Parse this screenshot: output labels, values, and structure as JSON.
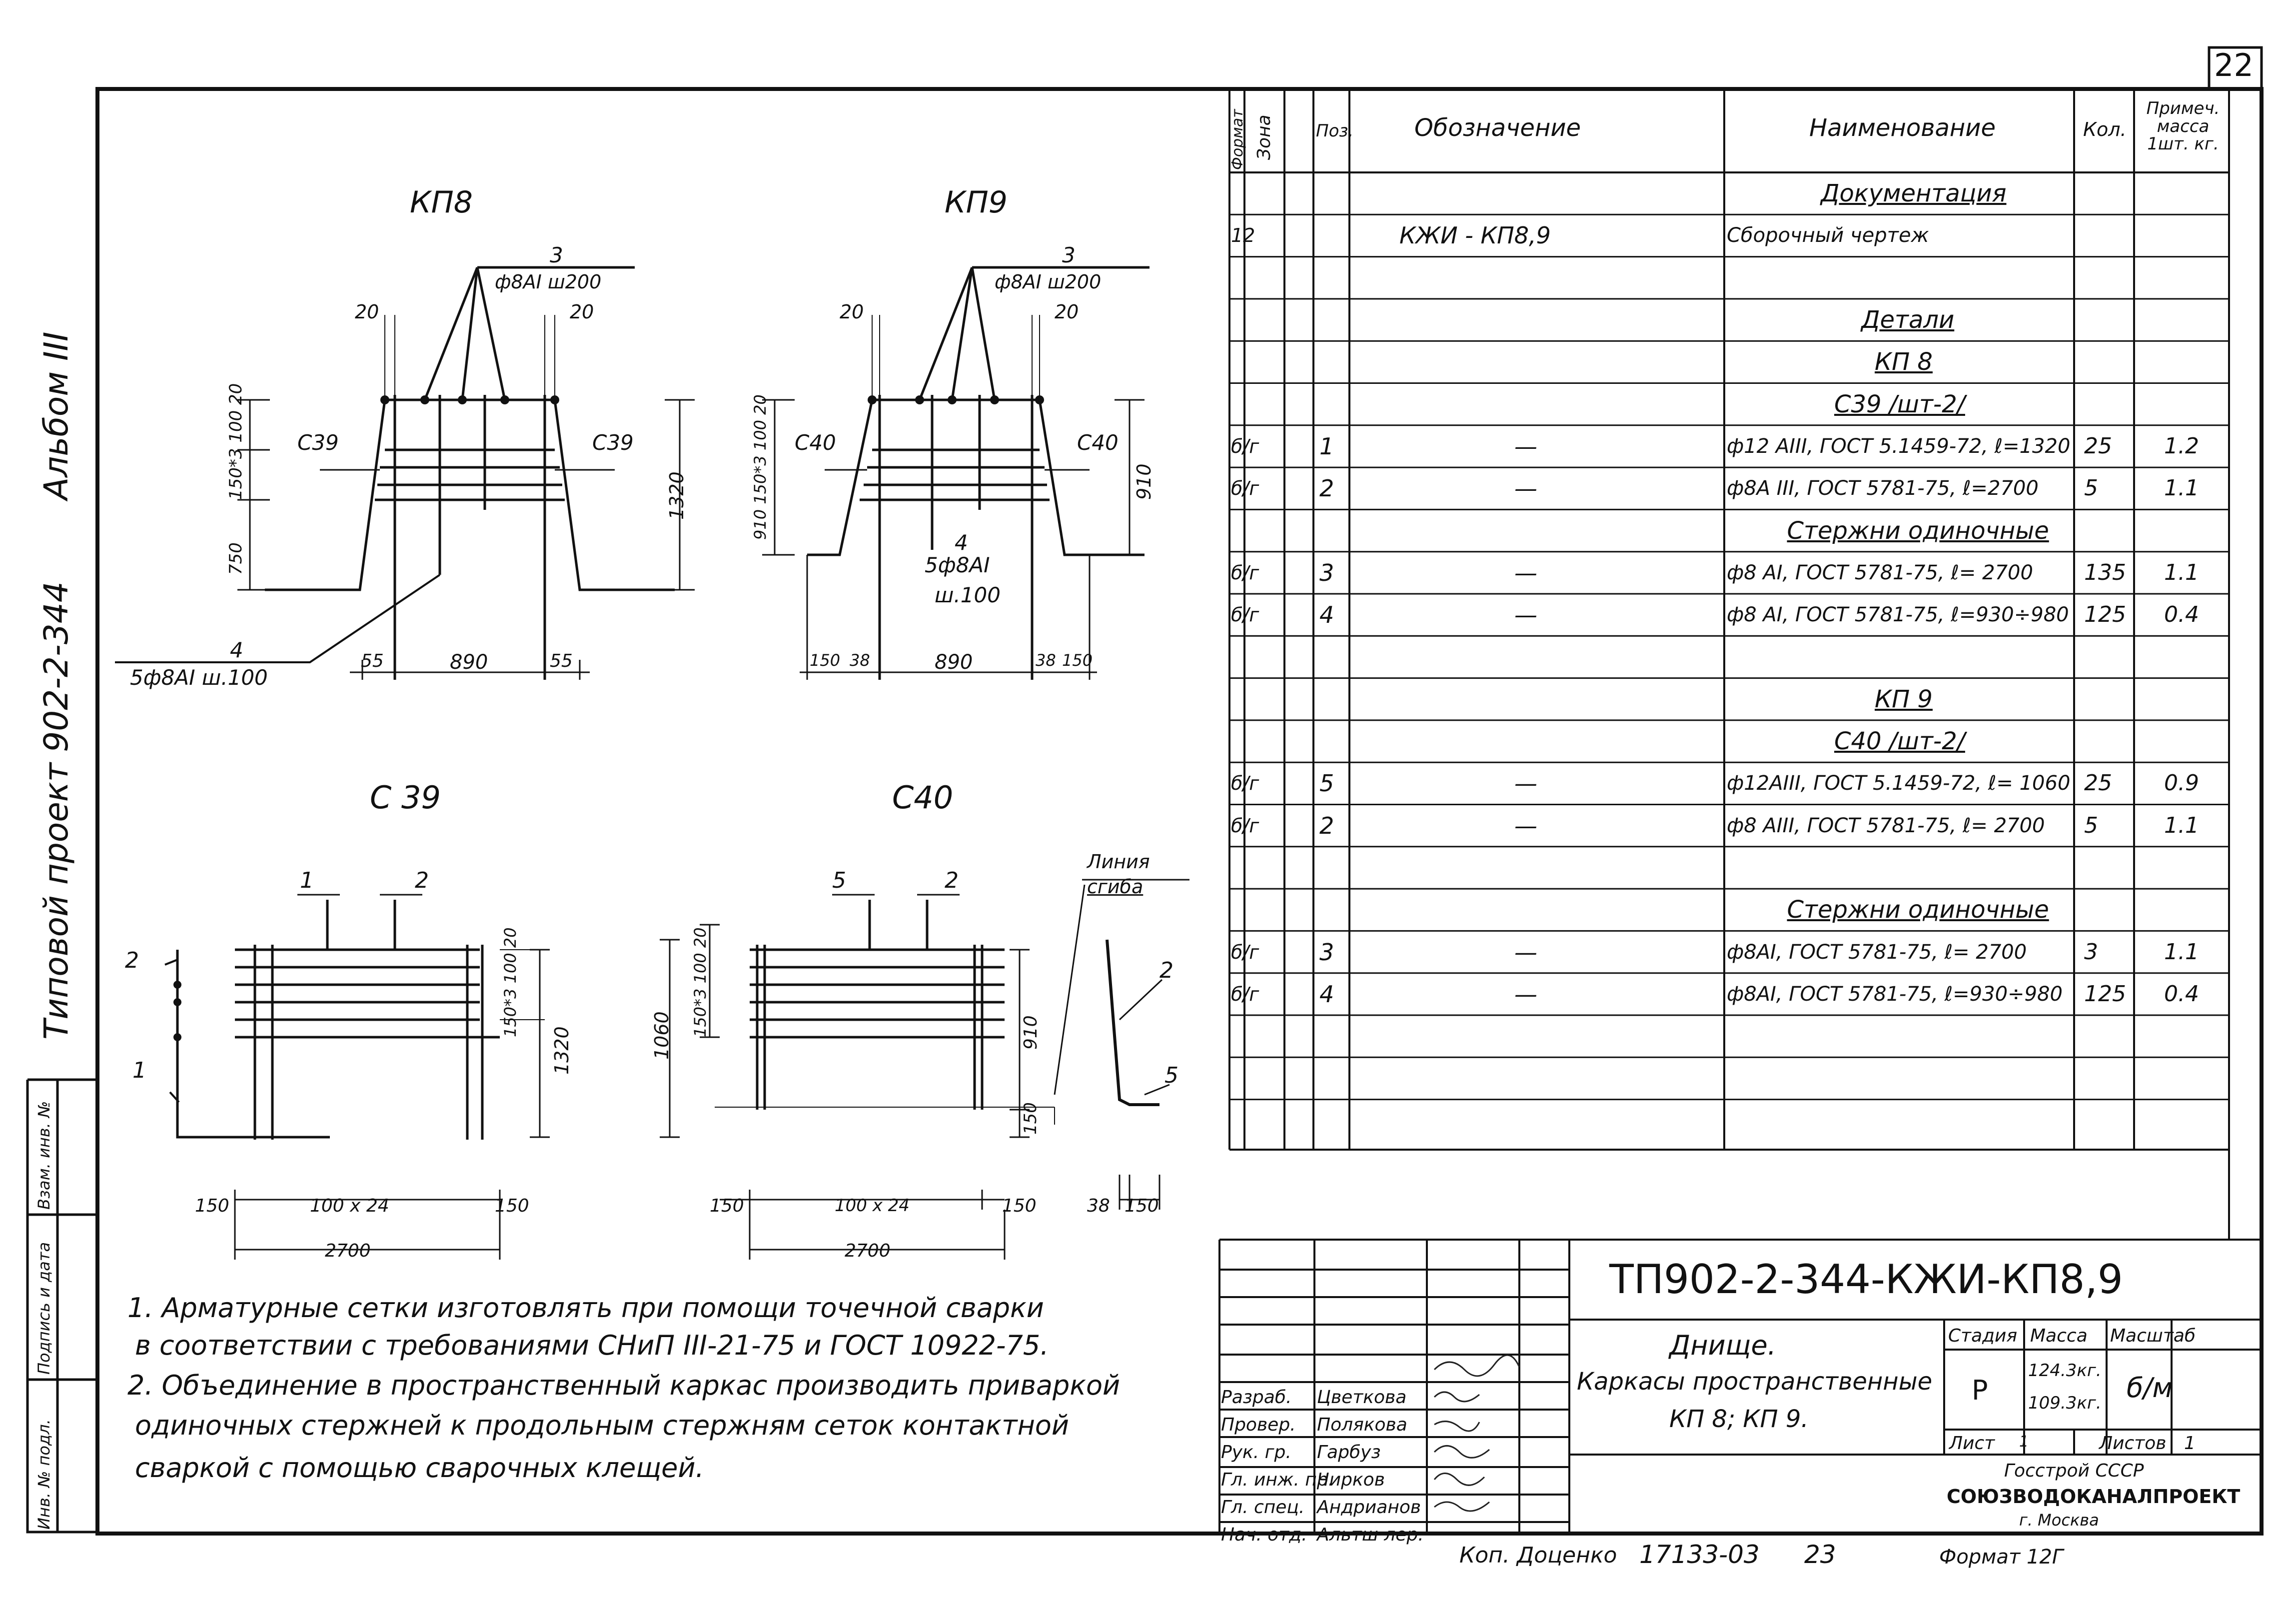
{
  "sheet_number": "22",
  "side_stamp": {
    "album": "Альбом III",
    "project": "Типовой проект 902-2-344",
    "box_labels": [
      "Инв. № подл.",
      "Подпись и дата",
      "Взам. инв. №"
    ]
  },
  "views": {
    "kp8": {
      "title": "КП8",
      "pos3_label": "3",
      "pos3_spec": "ф8АI ш200",
      "dim_20_left": "20",
      "dim_20_right": "20",
      "vdim_top": "150*3 100 20",
      "vdim_750": "750",
      "vdim_1320": "1320",
      "left_mesh": "С39",
      "right_mesh": "С39",
      "pos4_label": "4",
      "pos4_spec": "5ф8АI ш.100",
      "bottom_dims": [
        "55",
        "890",
        "55"
      ]
    },
    "kp9": {
      "title": "КП9",
      "pos3_label": "3",
      "pos3_spec": "ф8АI ш200",
      "dim_20_left": "20",
      "dim_20_right": "20",
      "vdim_top": "910 150*3 100 20",
      "vdim_910": "910",
      "left_mesh": "С40",
      "right_mesh": "С40",
      "pos4_label": "4",
      "pos4_spec": "5ф8АI",
      "pos4_step": "ш.100",
      "bottom_dims": [
        "150",
        "38",
        "890",
        "38",
        "150"
      ]
    },
    "c39": {
      "title": "С 39",
      "pos_labels": [
        "1",
        "2",
        "2",
        "1"
      ],
      "vdim_right": "150*3 100 20",
      "vdim_1320": "1320",
      "dims": [
        "150",
        "100 x 24",
        "150"
      ],
      "total": "2700"
    },
    "c40": {
      "title": "С40",
      "pos_labels": [
        "5",
        "2",
        "2",
        "5"
      ],
      "bend_line": [
        "Линия",
        "сгиба"
      ],
      "vdim_1060": "1060",
      "vdim_left": "150*3 100 20",
      "vdim_910": "910",
      "vdim_150": "150",
      "dims": [
        "150",
        "100 x 24",
        "150"
      ],
      "total": "2700",
      "side_dims": [
        "38",
        "150"
      ]
    }
  },
  "notes": [
    "1. Арматурные сетки изготовлять при помощи точечной сварки",
    "в соответствии с требованиями СНиП III-21-75 и ГОСТ 10922-75.",
    "2. Объединение в пространственный каркас производить приваркой",
    "одиночных стержней к продольным стержням сеток контактной",
    "сваркой с помощью сварочных клещей."
  ],
  "spec": {
    "headers": {
      "format": "Формат",
      "zone": "Зона",
      "pos": "Поз.",
      "designation": "Обозначение",
      "name": "Наименование",
      "qty": "Кол.",
      "note": "Примеч. масса 1шт. кг."
    },
    "rows": [
      {
        "fmt": "",
        "pos": "",
        "des": "",
        "name": "Документация",
        "qty": "",
        "mass": "",
        "head": true
      },
      {
        "fmt": "12",
        "pos": "",
        "des": "КЖИ - КП8,9",
        "name": "Сборочный чертеж",
        "qty": "",
        "mass": "",
        "head": false
      },
      {
        "fmt": "",
        "pos": "",
        "des": "",
        "name": "",
        "qty": "",
        "mass": "",
        "head": false
      },
      {
        "fmt": "",
        "pos": "",
        "des": "",
        "name": "Детали",
        "qty": "",
        "mass": "",
        "head": true
      },
      {
        "fmt": "",
        "pos": "",
        "des": "",
        "name": "КП 8",
        "qty": "",
        "mass": "",
        "head": true
      },
      {
        "fmt": "",
        "pos": "",
        "des": "",
        "name": "С39 /шт-2/",
        "qty": "",
        "mass": "",
        "head": true
      },
      {
        "fmt": "б/г",
        "pos": "1",
        "des": "—",
        "name": "ф12 АIII, ГОСТ 5.1459-72, ℓ=1320",
        "qty": "25",
        "mass": "1.2",
        "head": false
      },
      {
        "fmt": "б/г",
        "pos": "2",
        "des": "—",
        "name": "ф8А III, ГОСТ 5781-75, ℓ=2700",
        "qty": "5",
        "mass": "1.1",
        "head": false
      },
      {
        "fmt": "",
        "pos": "",
        "des": "",
        "name": "Стержни одиночные",
        "qty": "",
        "mass": "",
        "head": true
      },
      {
        "fmt": "б/г",
        "pos": "3",
        "des": "—",
        "name": "ф8 АI, ГОСТ 5781-75, ℓ= 2700",
        "qty": "135",
        "mass": "1.1",
        "head": false
      },
      {
        "fmt": "б/г",
        "pos": "4",
        "des": "—",
        "name": "ф8 АI, ГОСТ 5781-75, ℓ=930÷980",
        "qty": "125",
        "mass": "0.4",
        "head": false
      },
      {
        "fmt": "",
        "pos": "",
        "des": "",
        "name": "",
        "qty": "",
        "mass": "",
        "head": false
      },
      {
        "fmt": "",
        "pos": "",
        "des": "",
        "name": "КП 9",
        "qty": "",
        "mass": "",
        "head": true
      },
      {
        "fmt": "",
        "pos": "",
        "des": "",
        "name": "С40 /шт-2/",
        "qty": "",
        "mass": "",
        "head": true
      },
      {
        "fmt": "б/г",
        "pos": "5",
        "des": "—",
        "name": "ф12АIII, ГОСТ 5.1459-72, ℓ= 1060",
        "qty": "25",
        "mass": "0.9",
        "head": false
      },
      {
        "fmt": "б/г",
        "pos": "2",
        "des": "—",
        "name": "ф8 АIII, ГОСТ 5781-75, ℓ= 2700",
        "qty": "5",
        "mass": "1.1",
        "head": false
      },
      {
        "fmt": "",
        "pos": "",
        "des": "",
        "name": "",
        "qty": "",
        "mass": "",
        "head": false
      },
      {
        "fmt": "",
        "pos": "",
        "des": "",
        "name": "Стержни одиночные",
        "qty": "",
        "mass": "",
        "head": true
      },
      {
        "fmt": "б/г",
        "pos": "3",
        "des": "—",
        "name": "ф8АI, ГОСТ 5781-75, ℓ= 2700",
        "qty": "3",
        "mass": "1.1",
        "head": false
      },
      {
        "fmt": "б/г",
        "pos": "4",
        "des": "—",
        "name": "ф8АI, ГОСТ 5781-75, ℓ=930÷980",
        "qty": "125",
        "mass": "0.4",
        "head": false
      },
      {
        "fmt": "",
        "pos": "",
        "des": "",
        "name": "",
        "qty": "",
        "mass": "",
        "head": false
      },
      {
        "fmt": "",
        "pos": "",
        "des": "",
        "name": "",
        "qty": "",
        "mass": "",
        "head": false
      }
    ]
  },
  "title_block": {
    "doc_code": "ТП902-2-344-КЖИ-КП8,9",
    "title_lines": [
      "Днище.",
      "Каркасы пространственные",
      "КП 8; КП 9."
    ],
    "stage_label": "Стадия",
    "mass_label": "Масса",
    "scale_label": "Масштаб",
    "stage": "Р",
    "mass_values": [
      "124.3кг.",
      "109.3кг."
    ],
    "scale": "б/м",
    "sheet_label": "Лист",
    "sheet_value": "1",
    "sheets_label": "Листов",
    "sheets_value": "1",
    "org": [
      "Госстрой СССР",
      "СОЮЗВОДОКАНАЛПРОЕКТ",
      "г. Москва"
    ],
    "roles": [
      {
        "role": "Разраб.",
        "name": "Цветкова"
      },
      {
        "role": "Провер.",
        "name": "Полякова"
      },
      {
        "role": "Рук. гр.",
        "name": "Гарбуз"
      },
      {
        "role": "Гл. инж. пр.",
        "name": "Чирков"
      },
      {
        "role": "Гл. спец.",
        "name": "Андрианов"
      },
      {
        "role": "Нач. отд.",
        "name": "Альтш лер."
      }
    ]
  },
  "footer": {
    "copied": "Коп. Доценко",
    "order": "17133-03",
    "page": "23",
    "format": "Формат 12Г"
  }
}
